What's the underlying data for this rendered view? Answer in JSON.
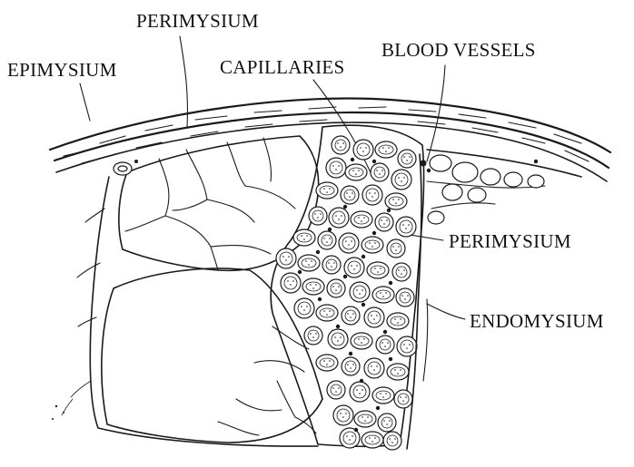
{
  "labels": {
    "perimysium_top": "PERIMYSIUM",
    "epimysium": "EPIMYSIUM",
    "capillaries": "CAPILLARIES",
    "blood_vessels": "BLOOD VESSELS",
    "perimysium_right": "PERIMYSIUM",
    "endomysium": "ENDOMYSIUM"
  }
}
